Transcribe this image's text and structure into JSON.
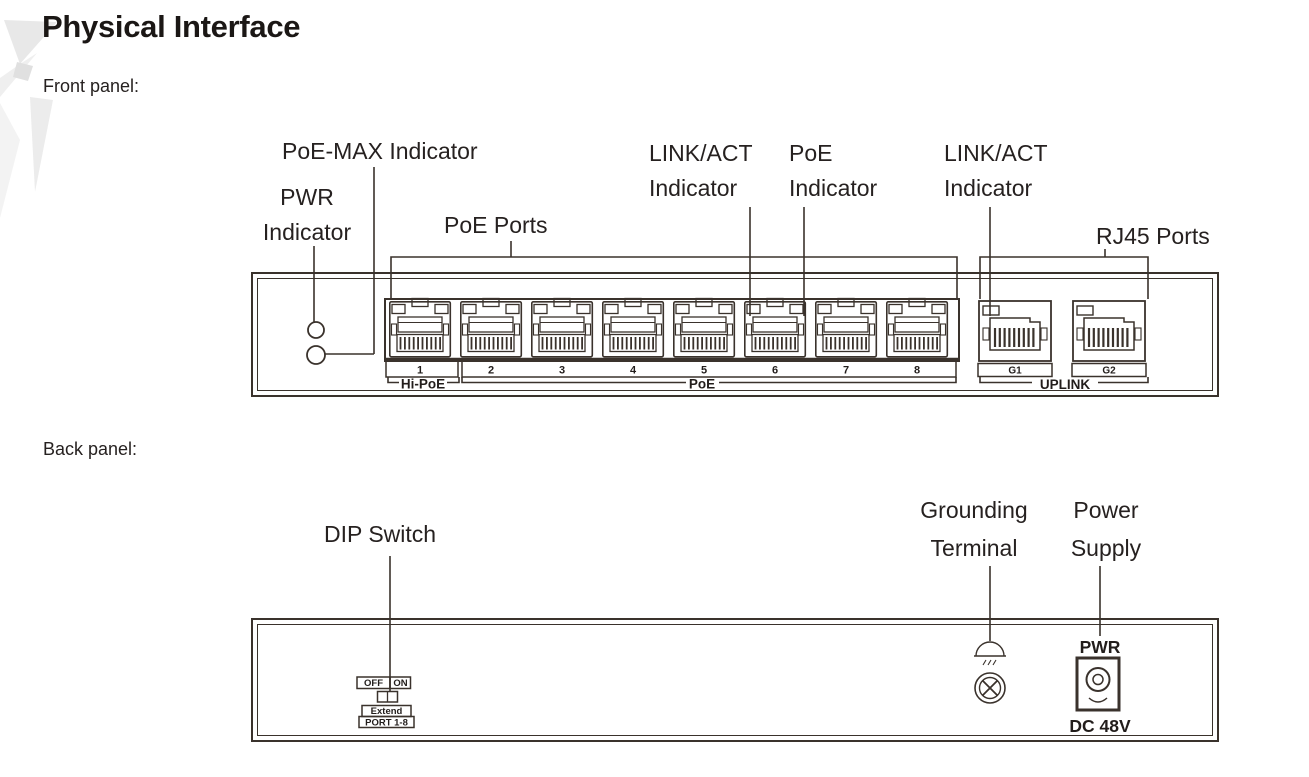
{
  "page": {
    "title": "Physical Interface",
    "front_caption": "Front panel:",
    "back_caption": "Back panel:"
  },
  "front": {
    "callouts": {
      "poe_max": "PoE-MAX Indicator",
      "pwr": [
        "PWR",
        "Indicator"
      ],
      "poe_ports": "PoE Ports",
      "link_act_1": [
        "LINK/ACT",
        "Indicator"
      ],
      "poe_indicator": [
        "PoE",
        "Indicator"
      ],
      "link_act_2": [
        "LINK/ACT",
        "Indicator"
      ],
      "rj45_ports": "RJ45 Ports"
    },
    "port_numbers": [
      "1",
      "2",
      "3",
      "4",
      "5",
      "6",
      "7",
      "8"
    ],
    "uplink_port_labels": [
      "G1",
      "G2"
    ],
    "groups": {
      "hi_poe": "Hi-PoE",
      "poe": "PoE",
      "uplink": "UPLINK"
    }
  },
  "back": {
    "callouts": {
      "dip_switch": "DIP Switch",
      "grounding": [
        "Grounding",
        "Terminal"
      ],
      "power": [
        "Power",
        "Supply"
      ]
    },
    "dip": {
      "off": "OFF",
      "on": "ON",
      "extend": "Extend",
      "port_range": "PORT 1-8"
    },
    "power_jack": {
      "label": "PWR",
      "voltage": "DC 48V"
    }
  },
  "colors": {
    "line": "#3a322c",
    "text": "#262120"
  }
}
